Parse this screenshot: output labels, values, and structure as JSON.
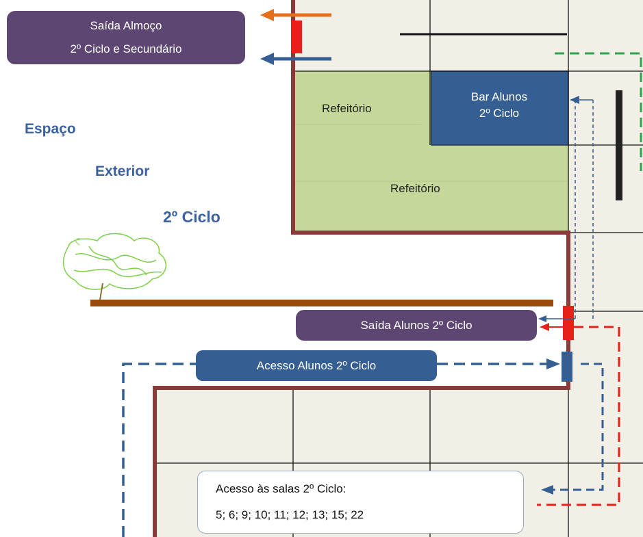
{
  "boxes": {
    "exit_lunch": {
      "line1": "Saída Almoço",
      "line2": "2º Ciclo e Secundário"
    },
    "exit_students": "Saída Alunos 2º Ciclo",
    "access_students": "Acesso Alunos 2º Ciclo",
    "rooms": {
      "line1": "Acesso às salas 2º Ciclo:",
      "line2": "5; 6; 9; 10; 11; 12; 13; 15; 22"
    }
  },
  "areas": {
    "canteen_small": "Refeitório",
    "canteen_large": "Refeitório",
    "bar": {
      "line1": "Bar Alunos",
      "line2": "2º Ciclo"
    }
  },
  "outdoor": {
    "word1": "Espaço",
    "word2": "Exterior",
    "word3": "2º Ciclo"
  },
  "colors": {
    "purple": "#5e4673",
    "blue": "#355f93",
    "wall": "#8b3a3a",
    "canteen": "#c5d89a",
    "floor": "#f1efe6",
    "exit_red": "#e8201c",
    "orange": "#e56f1a",
    "green_dash": "#2ea24c",
    "bench": "#9a4b0c"
  }
}
